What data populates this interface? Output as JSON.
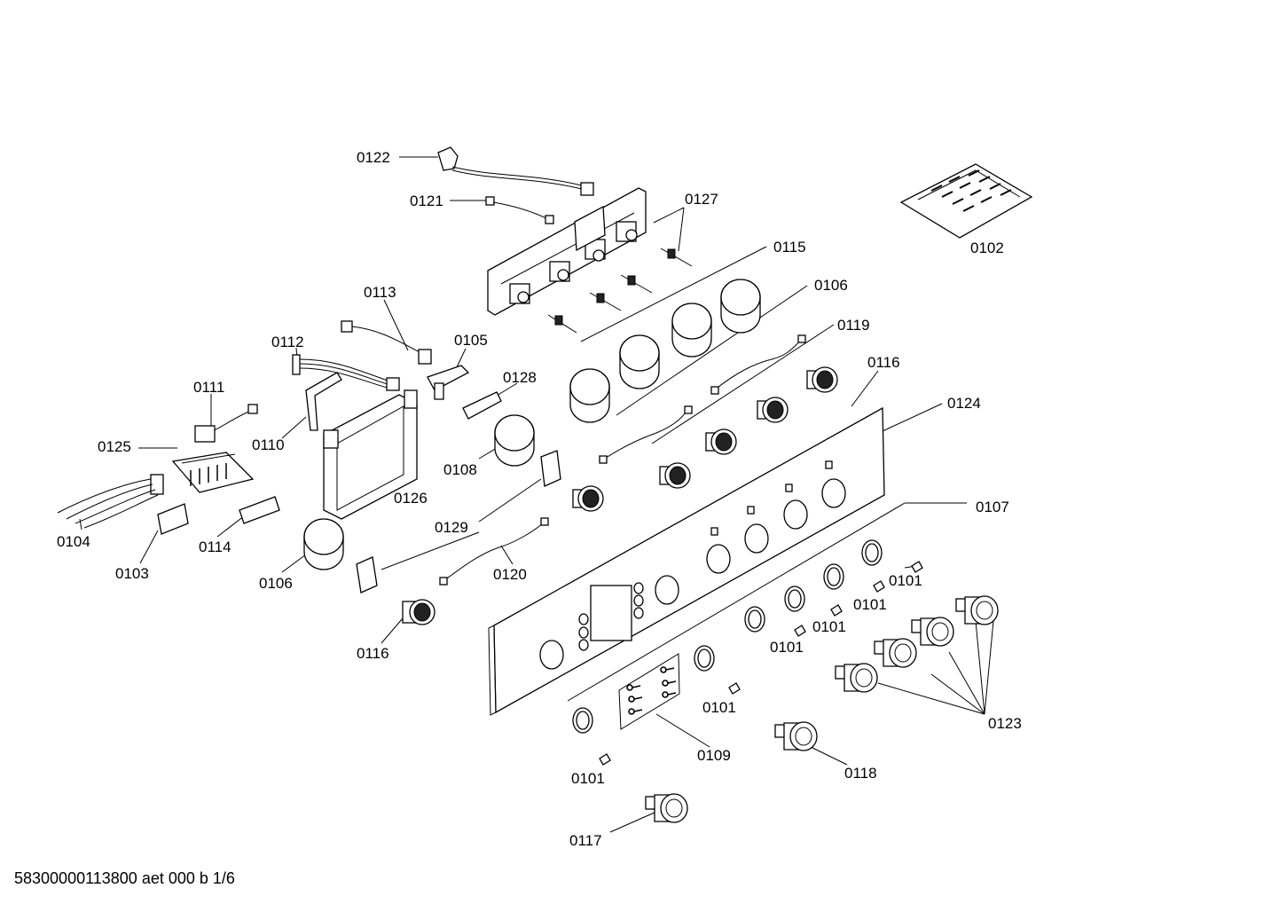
{
  "labels": {
    "p0122": "0122",
    "p0121": "0121",
    "p0127": "0127",
    "p0115": "0115",
    "p0102": "0102",
    "p0113": "0113",
    "p0106a": "0106",
    "p0112": "0112",
    "p0105": "0105",
    "p0119": "0119",
    "p0116a": "0116",
    "p0111": "0111",
    "p0128": "0128",
    "p0124": "0124",
    "p0125": "0125",
    "p0110": "0110",
    "p0108": "0108",
    "p0126": "0126",
    "p0107": "0107",
    "p0104": "0104",
    "p0129": "0129",
    "p0103": "0103",
    "p0114": "0114",
    "p0106b": "0106",
    "p0120": "0120",
    "p0101a": "0101",
    "p0101b": "0101",
    "p0101c": "0101",
    "p0101d": "0101",
    "p0116b": "0116",
    "p0101e": "0101",
    "p0123": "0123",
    "p0109": "0109",
    "p0118": "0118",
    "p0101f": "0101",
    "p0117": "0117"
  },
  "footer": "58300000113800 aet 000 b 1/6"
}
